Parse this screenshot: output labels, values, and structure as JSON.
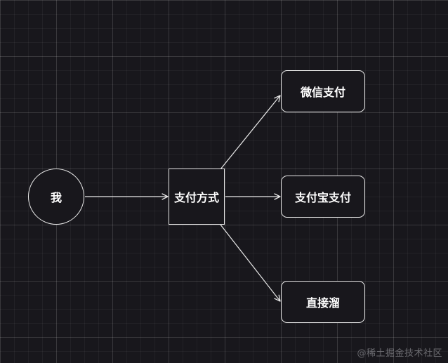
{
  "diagram": {
    "nodes": {
      "me": {
        "label": "我",
        "shape": "circle"
      },
      "payment_method": {
        "label": "支付方式",
        "shape": "rectangle"
      },
      "wechat_pay": {
        "label": "微信支付",
        "shape": "rounded-rectangle"
      },
      "alipay": {
        "label": "支付宝支付",
        "shape": "rounded-rectangle"
      },
      "run_away": {
        "label": "直接溜",
        "shape": "rounded-rectangle"
      }
    },
    "edges": [
      {
        "from": "me",
        "to": "payment_method"
      },
      {
        "from": "payment_method",
        "to": "wechat_pay"
      },
      {
        "from": "payment_method",
        "to": "alipay"
      },
      {
        "from": "payment_method",
        "to": "run_away"
      }
    ]
  },
  "watermark": "@稀土掘金技术社区",
  "colors": {
    "background": "#18171c",
    "stroke": "#e8e8e8",
    "text": "#ffffff",
    "watermark": "#6b6b70"
  }
}
